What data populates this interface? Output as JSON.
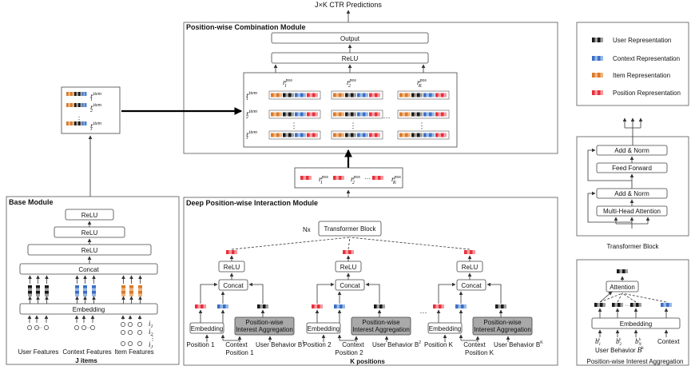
{
  "top_title": "J×K CTR Predictions",
  "colors": {
    "user": "#1a1a1a",
    "context": "#3a6fc4",
    "item": "#d9792b",
    "position": "#e8303a"
  },
  "pcm": {
    "title": "Position-wise Combination Module",
    "output": "Output",
    "relu": "ReLU",
    "r_item": "r",
    "r_pos": "r",
    "sup_item": "item",
    "sup_pos": "pos",
    "sub_1": "1",
    "sub_2": "2",
    "sub_J": "J",
    "sub_K": "K",
    "ellipsis": "···"
  },
  "base": {
    "title": "Base Module",
    "relu": "ReLU",
    "concat": "Concat",
    "embedding": "Embedding",
    "user_features": "User Features",
    "context_features": "Context Features",
    "item_features": "Item Features",
    "j_items": "J items",
    "i1": "i",
    "i2": "i",
    "iJ": "i",
    "sub_1": "1",
    "sub_2": "2",
    "sub_J": "J"
  },
  "dpim": {
    "title": "Deep Position-wise Interaction Module",
    "nx": "Nx",
    "transformer": "Transformer Block",
    "relu": "ReLU",
    "concat": "Concat",
    "embedding": "Embedding",
    "pia": "Position-wise Interest Aggregation",
    "pos1": "Position 1",
    "pos2": "Position 2",
    "posK": "Position K",
    "context": "Context",
    "user_behavior": "User Behavior",
    "b1": "B",
    "b2": "B",
    "bK": "B",
    "sup_1": "1",
    "sup_2": "2",
    "sup_K": "K",
    "cap1": "Position 1",
    "cap2": "Position  2",
    "capK": "Position K",
    "k_positions": "K positions",
    "ellipsis": "···"
  },
  "legend": {
    "user": "User Representation",
    "context": "Context Representation",
    "item": "Item Representation",
    "position": "Position Representation"
  },
  "transformer": {
    "add_norm": "Add & Norm",
    "feed_forward": "Feed Forward",
    "mha": "Multi-Head Attention",
    "caption": "Transformer Block"
  },
  "pia_panel": {
    "attention": "Attention",
    "embedding": "Embedding",
    "user_behavior": "User Behavior",
    "context": "Context",
    "b": "b",
    "sup_1": "k",
    "sub_1": "1",
    "sub_2": "2",
    "sub_N": "N",
    "B": "B",
    "sup_k": "k",
    "caption": "Position-wise Interest Aggregation"
  }
}
